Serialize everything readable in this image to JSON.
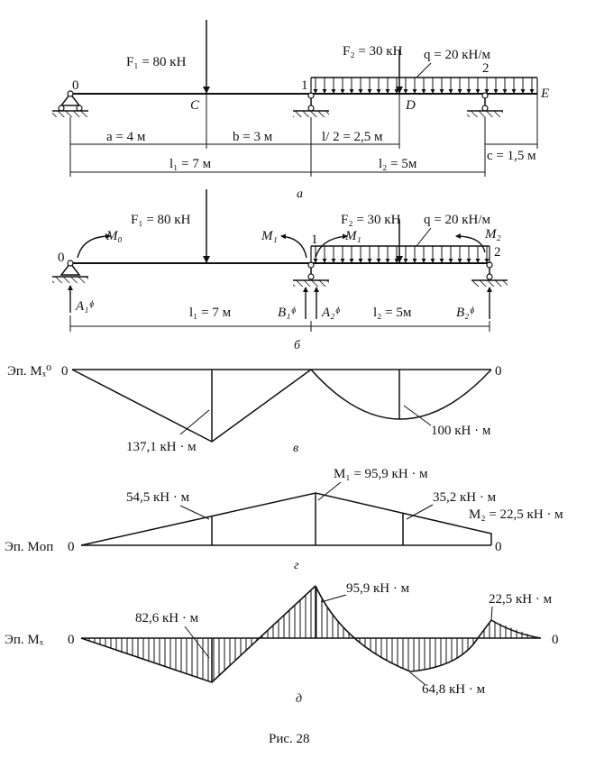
{
  "scheme_a": {
    "F1": "F₁ = 80 кН",
    "F2": "F₂ = 30 кН",
    "q": "q = 20 кН/м",
    "node0": "0",
    "node1": "1",
    "node2": "2",
    "C": "C",
    "D": "D",
    "E": "E",
    "dim_a": "a = 4 м",
    "dim_b": "b = 3 м",
    "dim_l2half": "l/ 2 = 2,5 м",
    "dim_l1": "l₁ = 7 м",
    "dim_l2": "l₂ = 5м",
    "dim_c": "c = 1,5 м",
    "caption": "a"
  },
  "scheme_b": {
    "F1": "F₁ = 80 кН",
    "F2": "F₂ = 30 кН",
    "q": "q = 20 кН/м",
    "node0": "0",
    "node1": "1",
    "node2": "2",
    "M0": "M₀",
    "M1_left": "M₁",
    "M1_right": "M₁",
    "M2": "M₂",
    "A1": "A₁ᶲ",
    "B1": "B₁ᶲ",
    "A2": "A₂ᶲ",
    "B2": "B₂ᶲ",
    "dim_l1": "l₁ = 7 м",
    "dim_l2": "l₂ = 5м",
    "caption": "б"
  },
  "diagram_v": {
    "title": "Эп. Mₓ⁰",
    "left_zero": "0",
    "right_zero": "0",
    "val_left": "137,1 кН · м",
    "val_right": "100 кН · м",
    "caption": "в",
    "values": [
      0,
      137.1,
      0,
      100,
      0
    ]
  },
  "diagram_g": {
    "title": "Эп. Mоп",
    "left_zero": "0",
    "right_zero": "0",
    "val_mid_left": "54,5 кН · м",
    "val_M1": "M₁ = 95,9 кН · м",
    "val_mid_right": "35,2 кН · м",
    "val_M2": "M₂ = 22,5 кН · м",
    "caption": "г",
    "values": [
      0,
      54.5,
      95.9,
      35.2,
      22.5
    ]
  },
  "diagram_d": {
    "title": "Эп. Mₓ",
    "left_zero": "0",
    "right_zero": "0",
    "val_sag1": "82,6 кН · м",
    "val_sup1": "95,9 кН · м",
    "val_sag2": "64,8 кН · м",
    "val_sup2": "22,5 кН · м",
    "caption": "д",
    "values": [
      0,
      82.6,
      95.9,
      64.8,
      22.5,
      0
    ]
  },
  "figure_caption": "Рис. 28"
}
